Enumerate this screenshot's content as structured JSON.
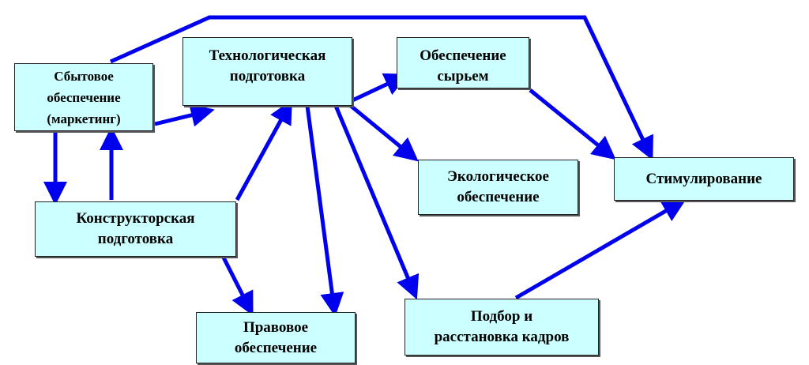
{
  "diagram": {
    "boxes": {
      "sales": "Сбытовое\nобеспечение\n(маркетинг)",
      "tech": "Технологическая\nподготовка",
      "supply": "Обеспечение\nсырьем",
      "design": "Конструкторская\nподготовка",
      "eco": "Экологическое\nобеспечение",
      "stim": "Стимулирование",
      "legal": "Правовое\nобеспечение",
      "staff": "Подбор и\nрасстановка кадров"
    },
    "colors": {
      "box_fill": "#ccffff",
      "arrow": "#0000ee"
    }
  }
}
